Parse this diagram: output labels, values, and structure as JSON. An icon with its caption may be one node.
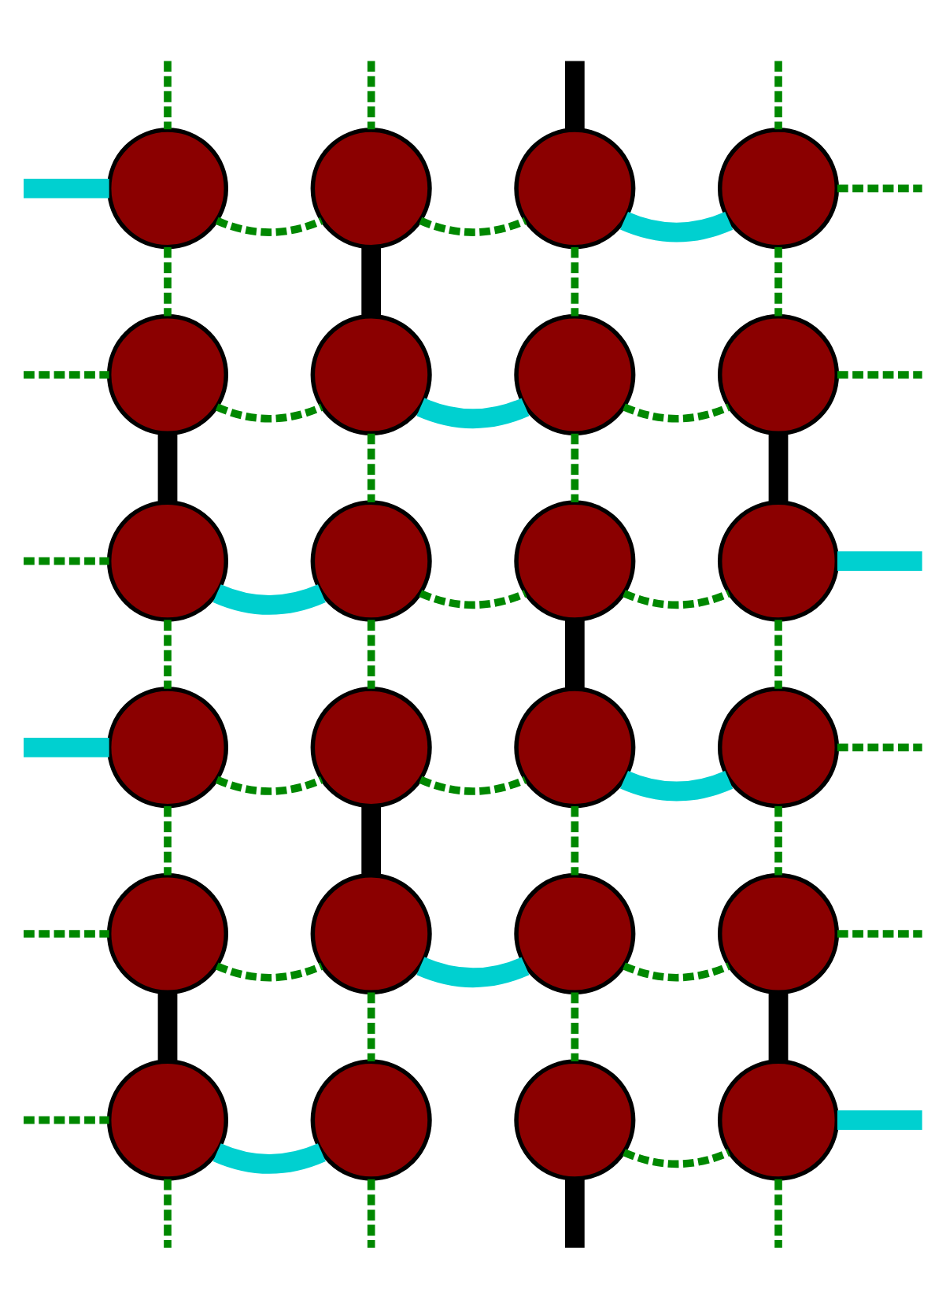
{
  "diagram": {
    "nodes": [
      {
        "text": [],
        "shape": "circle"
      },
      {
        "text": [],
        "shape": "circle"
      },
      {
        "text": [],
        "shape": "circle"
      },
      {
        "text": [],
        "shape": "circle"
      },
      {
        "text": [],
        "shape": "circle"
      },
      {
        "text": [],
        "shape": "circle"
      },
      {
        "text": [],
        "shape": "circle"
      },
      {
        "text": [],
        "shape": "circle"
      },
      {
        "text": [],
        "shape": "circle"
      },
      {
        "text": [],
        "shape": "circle"
      },
      {
        "text": [],
        "shape": "circle"
      },
      {
        "text": [],
        "shape": "circle"
      },
      {
        "text": [],
        "shape": "circle"
      },
      {
        "text": [],
        "shape": "circle"
      },
      {
        "text": [],
        "shape": "circle"
      },
      {
        "text": [],
        "shape": "circle"
      },
      {
        "text": [],
        "shape": "circle"
      },
      {
        "text": [],
        "shape": "circle"
      },
      {
        "text": [],
        "shape": "circle"
      },
      {
        "text": [],
        "shape": "circle"
      },
      {
        "text": [],
        "shape": "circle"
      },
      {
        "text": [],
        "shape": "circle"
      },
      {
        "text": [],
        "shape": "circle"
      },
      {
        "text": [],
        "shape": "circle"
      }
    ],
    "edges": [
      {
        "from": null,
        "to": 0,
        "arrow": "none",
        "style": "thick",
        "color": "#00d0d0"
      },
      {
        "from": 0,
        "to": 1,
        "arrow": "none",
        "style": "dashed"
      },
      {
        "from": 1,
        "to": 2,
        "arrow": "none",
        "style": "dashed"
      },
      {
        "from": 2,
        "to": 3,
        "arrow": "none",
        "style": "thick",
        "color": "#00d0d0"
      },
      {
        "from": 3,
        "to": null,
        "arrow": "none",
        "style": "dashed"
      },
      {
        "from": null,
        "to": 4,
        "arrow": "none",
        "style": "dashed"
      },
      {
        "from": 4,
        "to": 5,
        "arrow": "none",
        "style": "dashed"
      },
      {
        "from": 5,
        "to": 6,
        "arrow": "none",
        "style": "thick",
        "color": "#00d0d0"
      },
      {
        "from": 6,
        "to": 7,
        "arrow": "none",
        "style": "dashed"
      },
      {
        "from": 7,
        "to": null,
        "arrow": "none",
        "style": "dashed"
      },
      {
        "from": null,
        "to": 8,
        "arrow": "none",
        "style": "dashed"
      },
      {
        "from": 8,
        "to": 9,
        "arrow": "none",
        "style": "thick",
        "color": "#00d0d0"
      },
      {
        "from": 9,
        "to": 10,
        "arrow": "none",
        "style": "dashed"
      },
      {
        "from": 10,
        "to": 11,
        "arrow": "none",
        "style": "dashed"
      },
      {
        "from": 11,
        "to": null,
        "arrow": "none",
        "style": "thick",
        "color": "#00d0d0"
      },
      {
        "from": null,
        "to": 12,
        "arrow": "none",
        "style": "thick",
        "color": "#00d0d0"
      },
      {
        "from": 12,
        "to": 13,
        "arrow": "none",
        "style": "dashed"
      },
      {
        "from": 13,
        "to": 14,
        "arrow": "none",
        "style": "dashed"
      },
      {
        "from": 14,
        "to": 15,
        "arrow": "none",
        "style": "thick",
        "color": "#00d0d0"
      },
      {
        "from": 15,
        "to": null,
        "arrow": "none",
        "style": "dashed"
      },
      {
        "from": null,
        "to": 16,
        "arrow": "none",
        "style": "dashed"
      },
      {
        "from": 16,
        "to": 17,
        "arrow": "none",
        "style": "dashed"
      },
      {
        "from": 17,
        "to": 18,
        "arrow": "none",
        "style": "thick",
        "color": "#00d0d0"
      },
      {
        "from": 18,
        "to": 19,
        "arrow": "none",
        "style": "dashed"
      },
      {
        "from": 19,
        "to": null,
        "arrow": "none",
        "style": "dashed"
      },
      {
        "from": null,
        "to": 20,
        "arrow": "none",
        "style": "dashed"
      },
      {
        "from": 20,
        "to": 21,
        "arrow": "none",
        "style": "thick",
        "color": "#00d0d0"
      },
      {
        "from": 22,
        "to": 23,
        "arrow": "none",
        "style": "dashed"
      },
      {
        "from": 23,
        "to": null,
        "arrow": "none",
        "style": "thick",
        "color": "#00d0d0"
      },
      {
        "from": null,
        "to": 0,
        "arrow": "none",
        "style": "dashed"
      },
      {
        "from": 0,
        "to": 4,
        "arrow": "none",
        "style": "dashed"
      },
      {
        "from": 4,
        "to": 8,
        "arrow": "none",
        "style": "thick",
        "color": "#000000"
      },
      {
        "from": 8,
        "to": 12,
        "arrow": "none",
        "style": "dashed"
      },
      {
        "from": 12,
        "to": 16,
        "arrow": "none",
        "style": "dashed"
      },
      {
        "from": 16,
        "to": 20,
        "arrow": "none",
        "style": "thick",
        "color": "#000000"
      },
      {
        "from": 20,
        "to": null,
        "arrow": "none",
        "style": "dashed"
      },
      {
        "from": null,
        "to": 1,
        "arrow": "none",
        "style": "dashed"
      },
      {
        "from": 1,
        "to": 5,
        "arrow": "none",
        "style": "thick",
        "color": "#000000"
      },
      {
        "from": 5,
        "to": 9,
        "arrow": "none",
        "style": "dashed"
      },
      {
        "from": 9,
        "to": 13,
        "arrow": "none",
        "style": "dashed"
      },
      {
        "from": 13,
        "to": 17,
        "arrow": "none",
        "style": "thick",
        "color": "#000000"
      },
      {
        "from": 17,
        "to": 21,
        "arrow": "none",
        "style": "dashed"
      },
      {
        "from": 21,
        "to": null,
        "arrow": "none",
        "style": "dashed"
      },
      {
        "from": null,
        "to": 2,
        "arrow": "none",
        "style": "thick",
        "color": "#000000"
      },
      {
        "from": 2,
        "to": 6,
        "arrow": "none",
        "style": "dashed"
      },
      {
        "from": 6,
        "to": 10,
        "arrow": "none",
        "style": "dashed"
      },
      {
        "from": 10,
        "to": 14,
        "arrow": "none",
        "style": "thick",
        "color": "#000000"
      },
      {
        "from": 14,
        "to": 18,
        "arrow": "none",
        "style": "dashed"
      },
      {
        "from": 18,
        "to": 22,
        "arrow": "none",
        "style": "dashed"
      },
      {
        "from": 22,
        "to": null,
        "arrow": "none",
        "style": "thick",
        "color": "#000000"
      },
      {
        "from": null,
        "to": 3,
        "arrow": "none",
        "style": "dashed"
      },
      {
        "from": 3,
        "to": 7,
        "arrow": "none",
        "style": "dashed"
      },
      {
        "from": 7,
        "to": 11,
        "arrow": "none",
        "style": "thick",
        "color": "#000000"
      },
      {
        "from": 11,
        "to": 15,
        "arrow": "none",
        "style": "dashed"
      },
      {
        "from": 15,
        "to": 19,
        "arrow": "none",
        "style": "dashed"
      },
      {
        "from": 19,
        "to": 23,
        "arrow": "none",
        "style": "thick",
        "color": "#000000"
      },
      {
        "from": 23,
        "to": null,
        "arrow": "none",
        "style": "dashed"
      }
    ]
  }
}
